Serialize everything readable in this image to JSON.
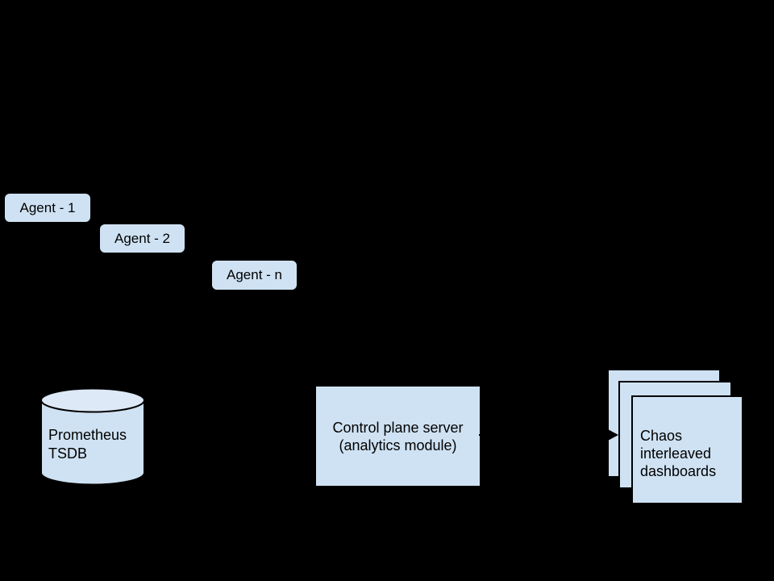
{
  "colors": {
    "background": "#000000",
    "shape_fill": "#cfe2f3",
    "cylinder_top_fill": "#dde9f6",
    "stroke": "#000000",
    "text": "#000000"
  },
  "agents": [
    {
      "label": "Agent - 1"
    },
    {
      "label": "Agent - 2"
    },
    {
      "label": "Agent - n"
    }
  ],
  "database": {
    "line1": "Prometheus",
    "line2": "TSDB"
  },
  "server": {
    "line1": "Control plane server",
    "line2": "(analytics module)"
  },
  "dashboards": {
    "line1": "Chaos",
    "line2": "interleaved",
    "line3": "dashboards"
  }
}
